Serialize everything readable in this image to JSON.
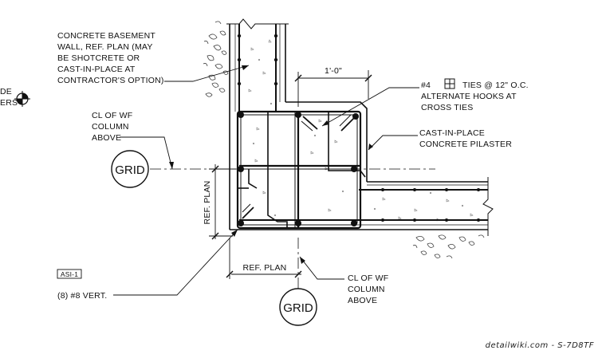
{
  "notes": {
    "basement_wall": [
      "CONCRETE BASEMENT",
      "WALL, REF. PLAN (MAY",
      "BE SHOTCRETE OR",
      "CAST-IN-PLACE AT",
      "CONTRACTOR'S OPTION)"
    ],
    "ties_prefix": "#4",
    "ties_rest": "TIES @ 12\" O.C.",
    "ties_lines": [
      "ALTERNATE HOOKS AT",
      "CROSS TIES"
    ],
    "pilaster": [
      "CAST-IN-PLACE",
      "CONCRETE PILASTER"
    ],
    "cl_wf_left": [
      "CL OF WF",
      "COLUMN",
      "ABOVE"
    ],
    "cl_wf_bottom": [
      "CL OF WF",
      "COLUMN",
      "ABOVE"
    ],
    "vert_bars": "(8) #8 VERT.",
    "asi": "ASI-1",
    "edge_fragment": [
      "DE",
      "ERS"
    ]
  },
  "dimensions": {
    "top": "1'-0\"",
    "left_vertical": "REF. PLAN",
    "bottom": "REF. PLAN"
  },
  "grid_bubbles": {
    "left": "GRID",
    "bottom": "GRID"
  },
  "watermark": "detailwiki.com - S-7D8TF"
}
